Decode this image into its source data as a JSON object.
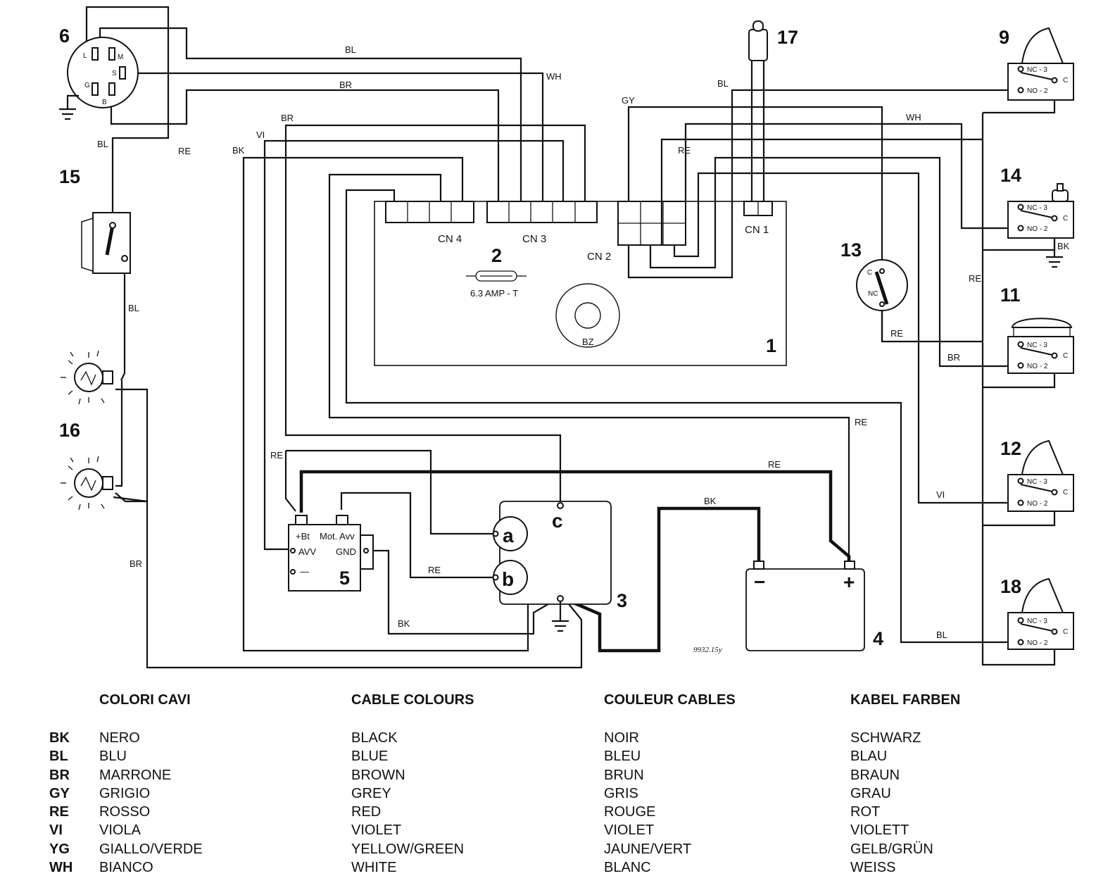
{
  "components": {
    "n1": "1",
    "n2": "2",
    "n3": "3",
    "n4": "4",
    "n5": "5",
    "n6": "6",
    "n9": "9",
    "n11": "11",
    "n12": "12",
    "n13": "13",
    "n14": "14",
    "n15": "15",
    "n16": "16",
    "n17": "17",
    "n18": "18"
  },
  "connectors": {
    "cn1": "CN 1",
    "cn2": "CN 2",
    "cn3": "CN 3",
    "cn4": "CN 4",
    "bz": "BZ"
  },
  "fuse": "6.3 AMP - T",
  "key_switch_pins": {
    "L": "L",
    "M": "M",
    "S": "S",
    "G": "G",
    "B": "B"
  },
  "switch_labels": {
    "nc": "NC - 3",
    "no": "NO - 2",
    "c": "C"
  },
  "sensor13": {
    "c": "C",
    "nc": "NC"
  },
  "module5": {
    "bt": "+Bt",
    "mot": "Mot. Avv",
    "avv": "AVV",
    "gnd": "GND",
    "minus": "—"
  },
  "starter": {
    "a": "a",
    "b": "b",
    "c": "c"
  },
  "battery": {
    "minus": "−",
    "plus": "+"
  },
  "wire_labels": {
    "BL": "BL",
    "BR": "BR",
    "WH": "WH",
    "GY": "GY",
    "RE": "RE",
    "VI": "VI",
    "BK": "BK"
  },
  "drawing_code": "9932.15y",
  "legend": {
    "headers": [
      "COLORI CAVI",
      "CABLE COLOURS",
      "COULEUR CABLES",
      "KABEL FARBEN"
    ],
    "codes": [
      "BK",
      "BL",
      "BR",
      "GY",
      "RE",
      "VI",
      "YG",
      "WH"
    ],
    "italian": [
      "NERO",
      "BLU",
      "MARRONE",
      "GRIGIO",
      "ROSSO",
      "VIOLA",
      "GIALLO/VERDE",
      "BIANCO"
    ],
    "english": [
      "BLACK",
      "BLUE",
      "BROWN",
      "GREY",
      "RED",
      "VIOLET",
      "YELLOW/GREEN",
      "WHITE"
    ],
    "french": [
      "NOIR",
      "BLEU",
      "BRUN",
      "GRIS",
      "ROUGE",
      "VIOLET",
      "JAUNE/VERT",
      "BLANC"
    ],
    "german": [
      "SCHWARZ",
      "BLAU",
      "BRAUN",
      "GRAU",
      "ROT",
      "VIOLETT",
      "GELB/GRÜN",
      "WEISS"
    ]
  }
}
